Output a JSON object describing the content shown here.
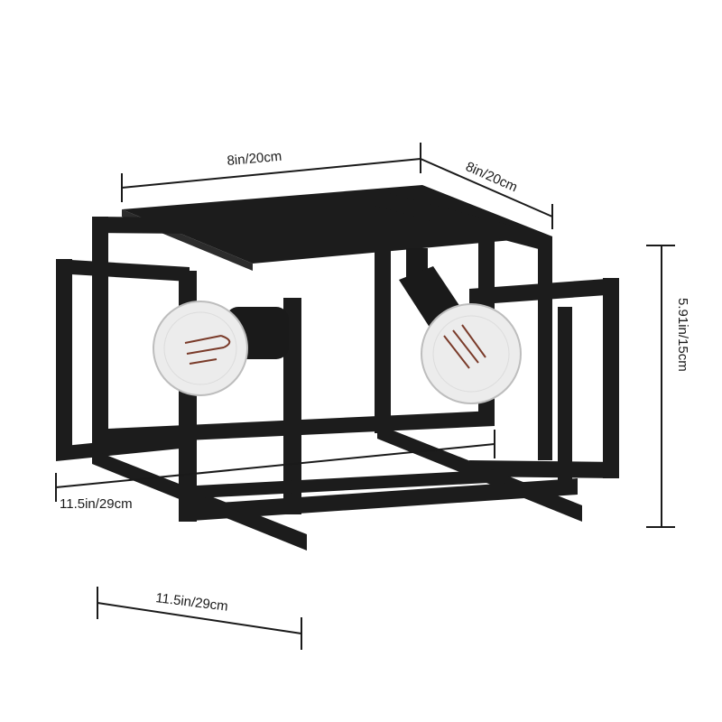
{
  "product": {
    "description": "Black square two-light semi-flush ceiling fixture with rectangular frames",
    "frame_color": "#1c1c1c",
    "bulb_count": 2
  },
  "dimensions": {
    "top_width": "8in/20cm",
    "top_depth": "8in/20cm",
    "height": "5.91in/15cm",
    "frame_width": "11.5in/29cm",
    "frame_depth": "11.5in/29cm"
  },
  "colors": {
    "dimension_line": "#1a1a1a",
    "frame": "#1c1c1c",
    "frame_highlight": "#3a3a3a",
    "bulb_glass": "#e9e9e9",
    "filament": "#7a3b2a"
  }
}
